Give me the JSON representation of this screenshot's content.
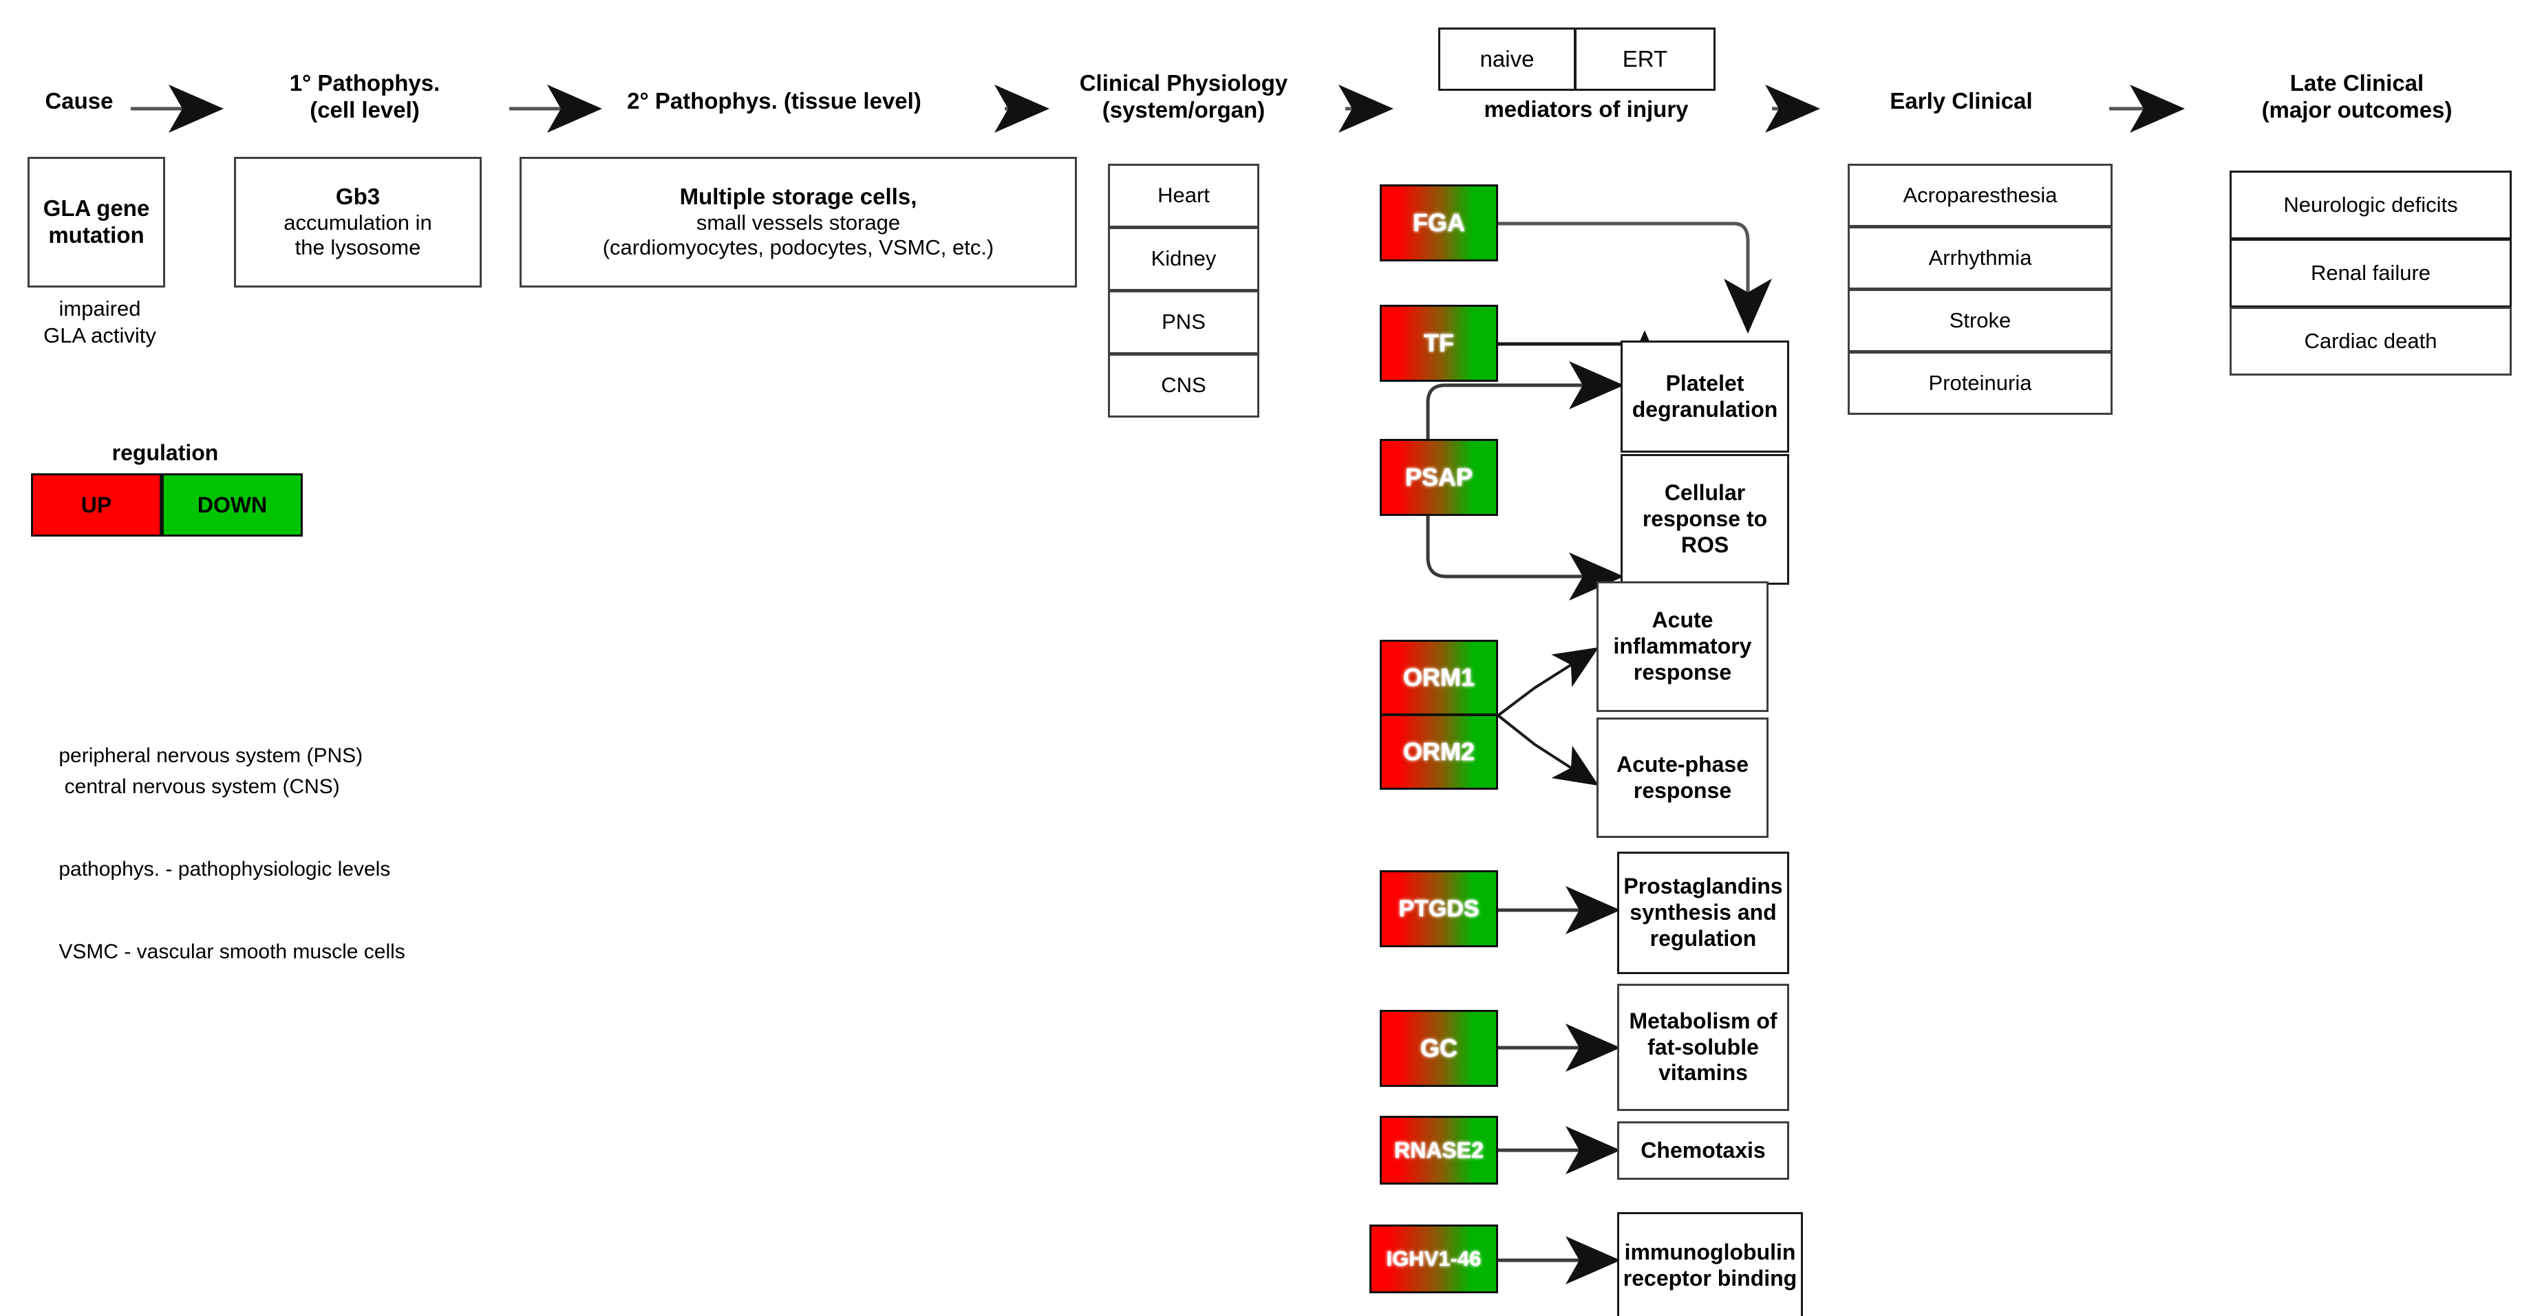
{
  "flow_headers": [
    {
      "id": "cause",
      "lines": [
        "Cause"
      ]
    },
    {
      "id": "primary",
      "lines": [
        "1° Pathophys.",
        "(cell level)"
      ]
    },
    {
      "id": "secondary",
      "lines": [
        "2° Pathophys. (tissue level)"
      ]
    },
    {
      "id": "clinical-physiology",
      "lines": [
        "Clinical Physiology",
        "(system/organ)"
      ]
    },
    {
      "id": "mediators",
      "lines": [
        "mediators of injury"
      ]
    },
    {
      "id": "early-clinical",
      "lines": [
        "Early Clinical"
      ]
    },
    {
      "id": "late-clinical",
      "lines": [
        "Late Clinical",
        "(major outcomes)"
      ]
    }
  ],
  "cause": {
    "box_lines": [
      "GLA gene",
      "mutation"
    ],
    "caption_lines": [
      "impaired",
      "GLA activity"
    ]
  },
  "primary": {
    "box_title": "Gb3",
    "box_lines": [
      "accumulation in",
      "the lysosome"
    ]
  },
  "secondary": {
    "box_title": "Multiple storage cells,",
    "box_lines": [
      "small vessels storage",
      "(cardiomyocytes, podocytes, VSMC, etc.)"
    ]
  },
  "clinical_physiology": {
    "items": [
      "Heart",
      "Kidney",
      "PNS",
      "CNS"
    ]
  },
  "treatment_header": {
    "naive_label": "naive",
    "ert_label": "ERT"
  },
  "legend": {
    "title": "regulation",
    "up_label": "UP",
    "down_label": "DOWN",
    "up_color": "#FF0000",
    "down_color": "#00C400"
  },
  "abbreviations": [
    "peripheral nervous system (PNS)",
    " central nervous system (CNS)",
    "pathophys. - pathophysiologic levels",
    "VSMC - vascular smooth muscle cells"
  ],
  "genes": [
    {
      "id": "fga",
      "label": "FGA"
    },
    {
      "id": "tf",
      "label": "TF"
    },
    {
      "id": "psap",
      "label": "PSAP"
    },
    {
      "id": "orm1",
      "label": "ORM1"
    },
    {
      "id": "orm2",
      "label": "ORM2"
    },
    {
      "id": "ptgds",
      "label": "PTGDS"
    },
    {
      "id": "gc",
      "label": "GC"
    },
    {
      "id": "rnase2",
      "label": "RNASE2"
    },
    {
      "id": "ighv1_46",
      "label": "IGHV1-46"
    }
  ],
  "processes": [
    {
      "id": "platelet",
      "lines": [
        "Platelet",
        "degranulation"
      ]
    },
    {
      "id": "ros",
      "lines": [
        "Cellular",
        "response to",
        "ROS"
      ]
    },
    {
      "id": "inflammatory",
      "lines": [
        "Acute",
        "inflammatory",
        "response"
      ]
    },
    {
      "id": "acute_phase",
      "lines": [
        "Acute-phase",
        "response"
      ]
    },
    {
      "id": "prostaglandins",
      "lines": [
        "Prostaglandins",
        "synthesis and",
        "regulation"
      ]
    },
    {
      "id": "vitamins",
      "lines": [
        "Metabolism of",
        "fat-soluble",
        "vitamins"
      ]
    },
    {
      "id": "chemotaxis",
      "lines": [
        "Chemotaxis"
      ]
    },
    {
      "id": "immunoglobulin",
      "lines": [
        "immunoglobulin",
        "receptor binding"
      ]
    }
  ],
  "early_clinical": {
    "items": [
      "Acroparesthesia",
      "Arrhythmia",
      "Stroke",
      "Proteinuria"
    ]
  },
  "late_clinical": {
    "items": [
      "Neurologic deficits",
      "Renal failure",
      "Cardiac death"
    ]
  }
}
